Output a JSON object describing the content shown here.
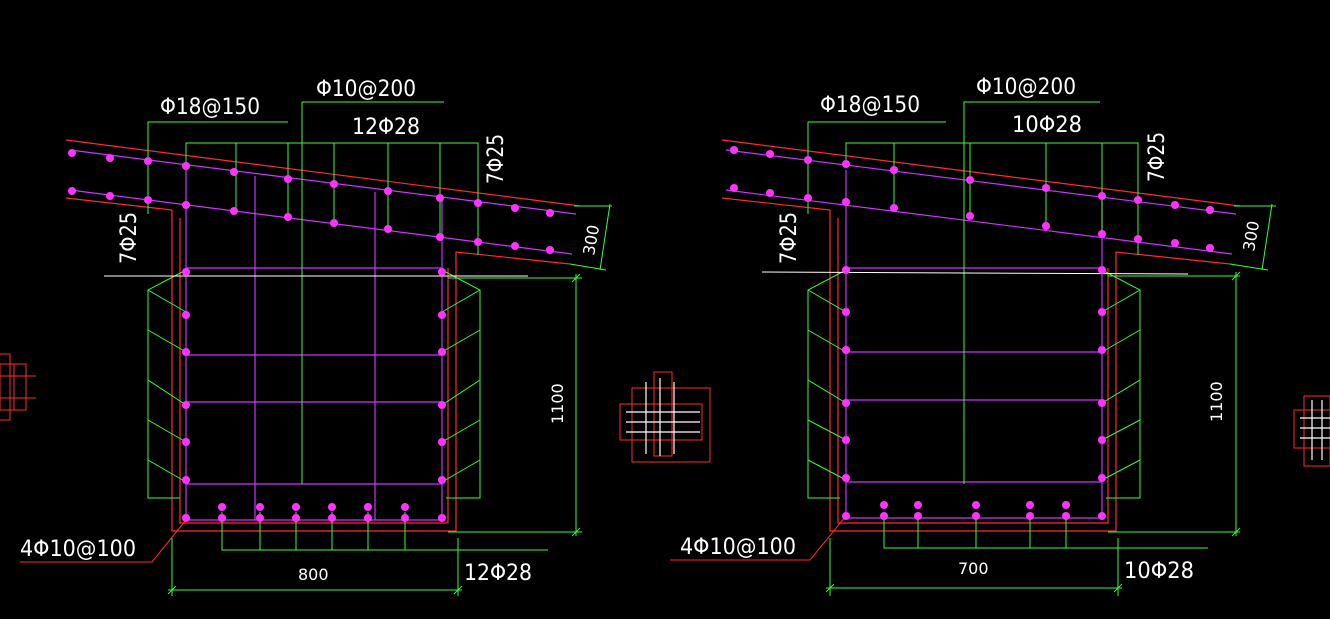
{
  "colors": {
    "background": "#000000",
    "outline": "#ff2a2a",
    "stirrup": "#cc33ff",
    "bar": "#ff33ff",
    "leader": "#33ff33",
    "text": "#ffffff"
  },
  "left_section": {
    "top_bar_label": "Φ18@150",
    "tie_label": "Φ10@200",
    "top_main_label": "12Φ28",
    "right_side_label": "7Φ25",
    "left_side_label": "7Φ25",
    "slab_depth": "300",
    "beam_height": "1100",
    "stirrup_label": "4Φ10@100",
    "width": "800",
    "bottom_main_label": "12Φ28"
  },
  "right_section": {
    "top_bar_label": "Φ18@150",
    "tie_label": "Φ10@200",
    "top_main_label": "10Φ28",
    "right_side_label": "7Φ25",
    "left_side_label": "7Φ25",
    "slab_depth": "300",
    "beam_height": "1100",
    "stirrup_label": "4Φ10@100",
    "width": "700",
    "bottom_main_label": "10Φ28"
  }
}
